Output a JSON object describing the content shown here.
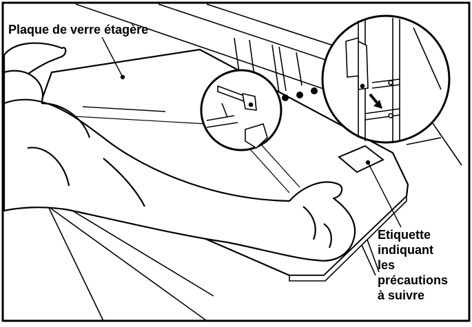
{
  "labels": {
    "glass_shelf": "Plaque de verre étagère",
    "caution_label_lines": [
      "Etiquette",
      "indiquant",
      "les",
      "précautions",
      "à suivre"
    ]
  },
  "colors": {
    "line": "#000000",
    "fill": "#ffffff",
    "background": "#ffffff"
  }
}
